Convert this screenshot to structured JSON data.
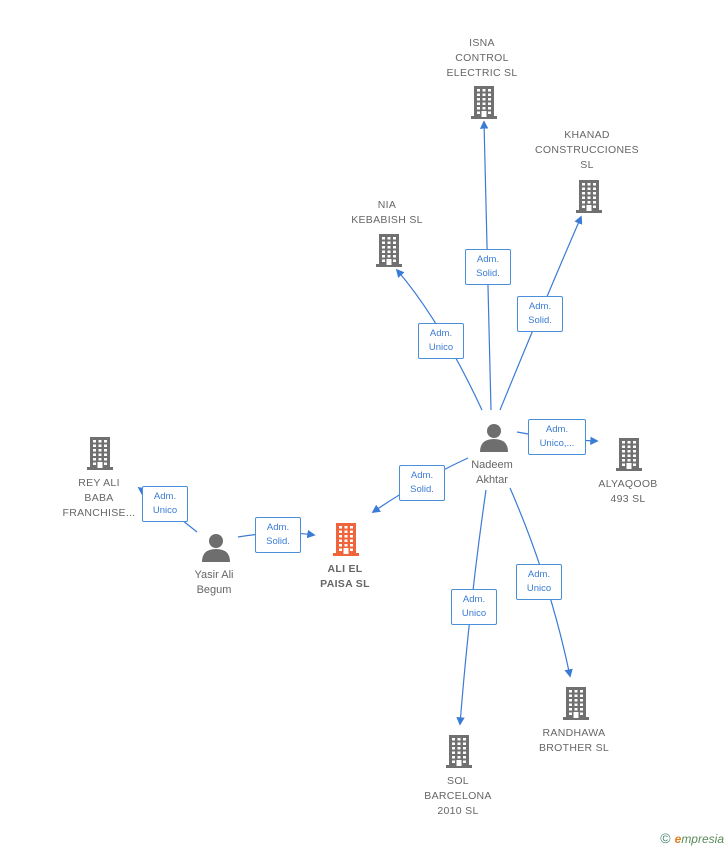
{
  "colors": {
    "edge": "#3a7bd5",
    "company": "#707070",
    "company_highlight": "#f0643c",
    "person": "#6e6e6e"
  },
  "nodes": [
    {
      "id": "isna",
      "type": "company",
      "label": "ISNA\nCONTROL\nELECTRIC  SL",
      "icon": "building-icon"
    },
    {
      "id": "khanad",
      "type": "company",
      "label": "KHANAD\nCONSTRUCCIONES\nSL",
      "icon": "building-icon"
    },
    {
      "id": "nia",
      "type": "company",
      "label": "NIA\nKEBABISH  SL",
      "icon": "building-icon"
    },
    {
      "id": "nadeem",
      "type": "person",
      "label": "Nadeem\nAkhtar",
      "icon": "person-icon"
    },
    {
      "id": "alyaqoob",
      "type": "company",
      "label": "ALYAQOOB\n493 SL",
      "icon": "building-icon"
    },
    {
      "id": "reyali",
      "type": "company",
      "label": "REY ALI\nBABA\nFRANCHISE...",
      "icon": "building-icon"
    },
    {
      "id": "yasir",
      "type": "person",
      "label": "Yasir Ali\nBegum",
      "icon": "person-icon"
    },
    {
      "id": "alielpaisa",
      "type": "company",
      "label": "ALI EL\nPAISA  SL",
      "icon": "building-icon",
      "highlight": true
    },
    {
      "id": "randhawa",
      "type": "company",
      "label": "RANDHAWA\nBROTHER  SL",
      "icon": "building-icon"
    },
    {
      "id": "sol",
      "type": "company",
      "label": "SOL\nBARCELONA\n2010 SL",
      "icon": "building-icon"
    }
  ],
  "edges": [
    {
      "from": "nadeem",
      "to": "isna",
      "label": "Adm.\nSolid."
    },
    {
      "from": "nadeem",
      "to": "khanad",
      "label": "Adm.\nSolid."
    },
    {
      "from": "nadeem",
      "to": "nia",
      "label": "Adm.\nUnico"
    },
    {
      "from": "nadeem",
      "to": "alyaqoob",
      "label": "Adm.\nUnico,..."
    },
    {
      "from": "nadeem",
      "to": "alielpaisa",
      "label": "Adm.\nSolid."
    },
    {
      "from": "yasir",
      "to": "reyali",
      "label": "Adm.\nUnico"
    },
    {
      "from": "yasir",
      "to": "alielpaisa",
      "label": "Adm.\nSolid."
    },
    {
      "from": "nadeem",
      "to": "randhawa",
      "label": "Adm.\nUnico"
    },
    {
      "from": "nadeem",
      "to": "sol",
      "label": "Adm.\nUnico"
    }
  ],
  "footer": {
    "copyright_symbol": "©",
    "brand_initial": "e",
    "brand_rest": "mpresia"
  }
}
